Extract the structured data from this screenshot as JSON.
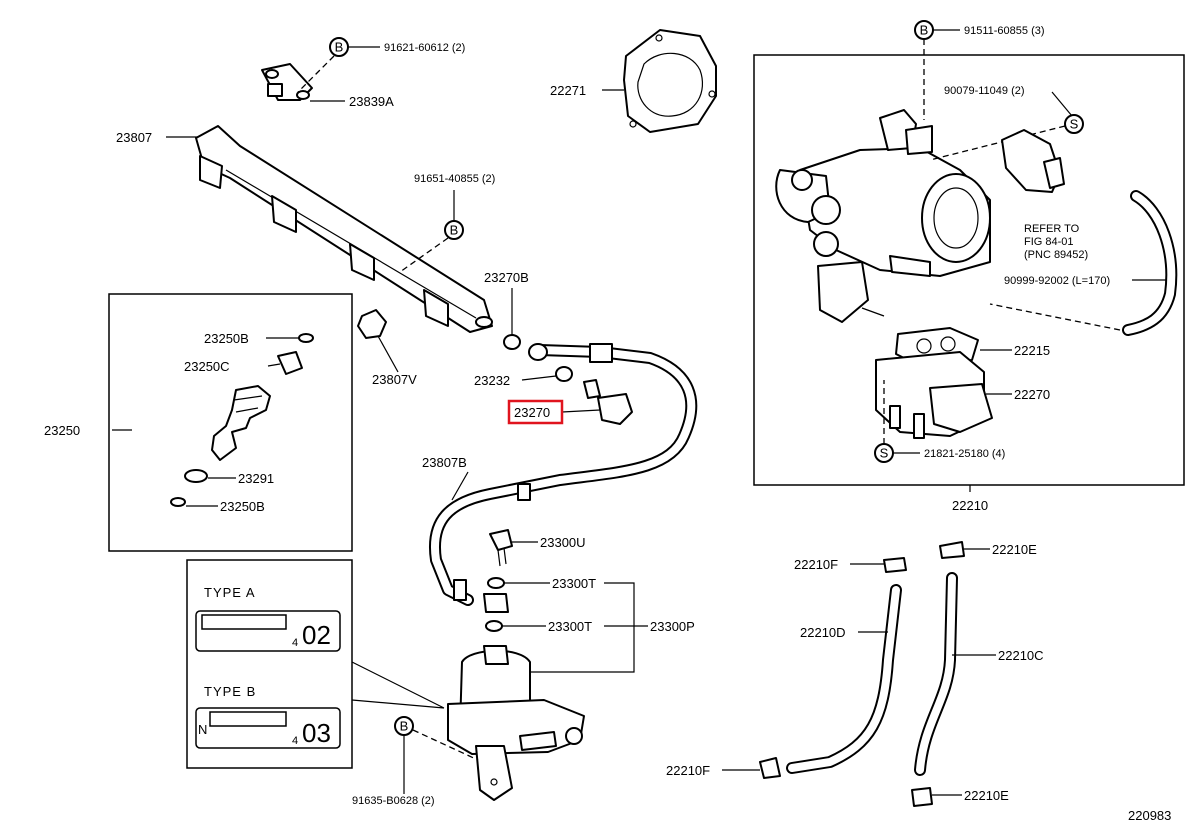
{
  "labels": {
    "p91621": "91621-60612 (2)",
    "p23839a": "23839A",
    "p23807": "23807",
    "p91651": "91651-40855 (2)",
    "p23270b": "23270B",
    "p23807v": "23807V",
    "p23232": "23232",
    "p23270": "23270",
    "p23807b": "23807B",
    "p23300u": "23300U",
    "p23300t_a": "23300T",
    "p23300t_b": "23300T",
    "p23300p": "23300P",
    "p91635": "91635-B0628 (2)",
    "p22271": "22271",
    "p91511": "91511-60855 (3)",
    "p90079": "90079-11049 (2)",
    "refer1": "REFER TO",
    "refer2": "FIG 84-01",
    "refer3": "(PNC 89452)",
    "p90999": "90999-92002 (L=170)",
    "p22215": "22215",
    "p22270": "22270",
    "p21821": "21821-25180 (4)",
    "p22210": "22210",
    "p22210f_a": "22210F",
    "p22210e_a": "22210E",
    "p22210d": "22210D",
    "p22210c": "22210C",
    "p22210f_b": "22210F",
    "p22210e_b": "22210E",
    "p23250": "23250",
    "p23250b_a": "23250B",
    "p23250c": "23250C",
    "p23291": "23291",
    "p23250b_b": "23250B",
    "type_a": "TYPE  A",
    "type_b": "TYPE  B",
    "type_a_num": "02",
    "type_b_num": "03",
    "type_sub": "4",
    "type_b_n": "N",
    "fig_no": "220983"
  },
  "markers": {
    "b": "B",
    "s": "S"
  },
  "highlight": {
    "part": "23270",
    "color": "#e0141e"
  }
}
